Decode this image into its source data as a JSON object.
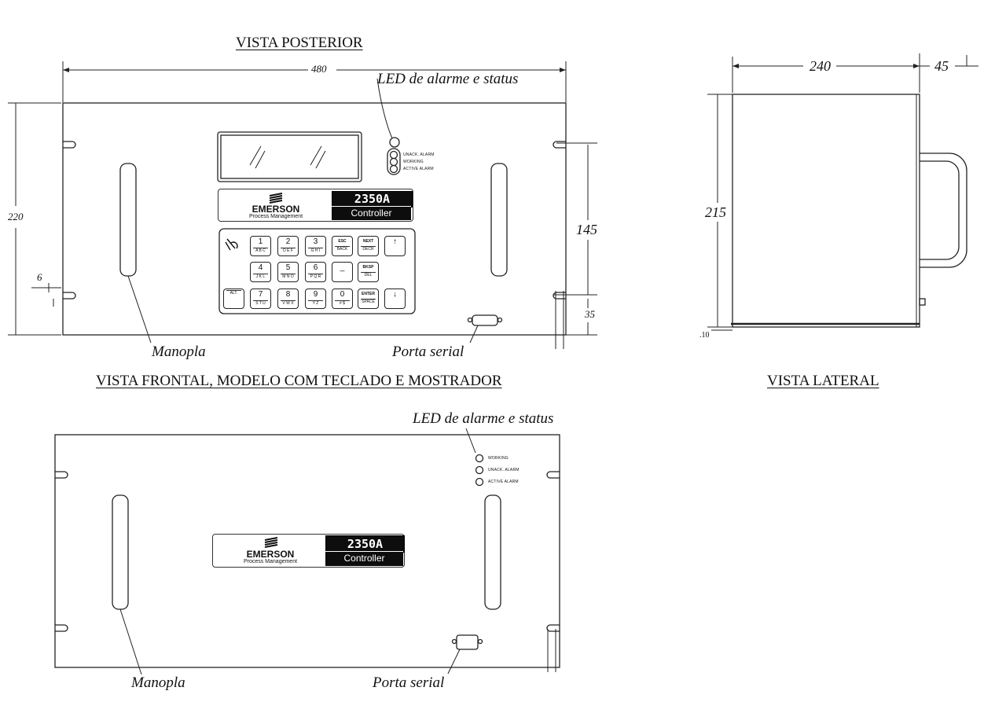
{
  "titles": {
    "rear_top": "VISTA POSTERIOR",
    "front_keypad": "VISTA FRONTAL, MODELO COM TECLADO E MOSTRADOR",
    "side": "VISTA LATERAL"
  },
  "labels": {
    "led_top": "LED de alarme e status",
    "led_bottom": "LED de alarme e status",
    "handle_top": "Manopla",
    "handle_bottom": "Manopla",
    "serial_top": "Porta serial",
    "serial_bottom": "Porta serial"
  },
  "dimensions": {
    "width_480": "480",
    "height_220": "220",
    "hole_6": "6",
    "height_145": "145",
    "height_35": "35",
    "depth_240": "240",
    "depth_45": "45",
    "height_215": "215",
    "base_10": ".10"
  },
  "device": {
    "brand": "EMERSON",
    "subbrand": "Process Management",
    "model": "2350A",
    "controller": "Controller"
  },
  "led_labels_top": [
    "UNACK. ALARM",
    "WORKING",
    "ACTIVE ALARM"
  ],
  "led_labels_bottom": [
    "WORKING",
    "UNACK. ALARM",
    "ACTIVE ALARM"
  ],
  "keys": [
    {
      "main": "1",
      "sub": "A B C"
    },
    {
      "main": "2",
      "sub": "D E F"
    },
    {
      "main": "3",
      "sub": "G H I"
    },
    {
      "main": "ESC",
      "sub": "BACK"
    },
    {
      "main": "NEXT",
      "sub": "DECR"
    },
    {
      "main": "↑",
      "sub": ""
    },
    {
      "main": "4",
      "sub": "J K L"
    },
    {
      "main": "5",
      "sub": "M N O"
    },
    {
      "main": "6",
      "sub": "P Q R"
    },
    {
      "main": "_",
      "sub": ""
    },
    {
      "main": "BKSP",
      "sub": "DEL"
    },
    {
      "main": "",
      "sub": "ALT."
    },
    {
      "main": "7",
      "sub": "S T U"
    },
    {
      "main": "8",
      "sub": "V W X"
    },
    {
      "main": "9",
      "sub": "Y Z"
    },
    {
      "main": "0",
      "sub": "# $"
    },
    {
      "main": "ENTER",
      "sub": "SPACE"
    },
    {
      "main": "↓",
      "sub": ""
    }
  ]
}
